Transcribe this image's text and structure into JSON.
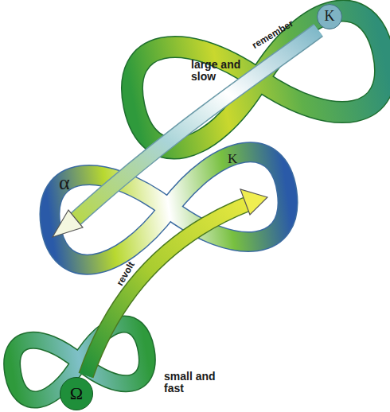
{
  "diagram": {
    "nodes": [
      {
        "text": [
          "K"
        ]
      },
      {
        "text": [
          "Ω"
        ]
      }
    ],
    "labels": [
      "remember",
      "large and slow",
      "α",
      "K",
      "revolt",
      "small and fast"
    ]
  }
}
